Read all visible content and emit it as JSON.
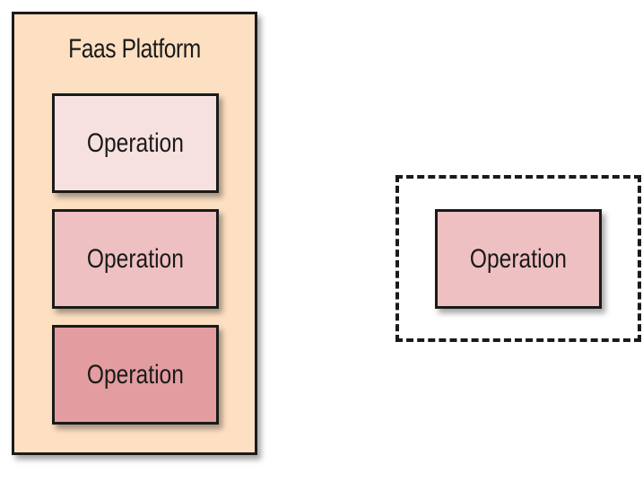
{
  "platform": {
    "title": "Faas Platform",
    "fill": "#fde0c2",
    "operations": [
      {
        "label": "Operation",
        "fill": "#f7e1e0"
      },
      {
        "label": "Operation",
        "fill": "#efc0c2"
      },
      {
        "label": "Operation",
        "fill": "#e39c9f"
      }
    ]
  },
  "standalone": {
    "boundary_style": "dashed",
    "operation": {
      "label": "Operation",
      "fill": "#efc0c2"
    }
  }
}
